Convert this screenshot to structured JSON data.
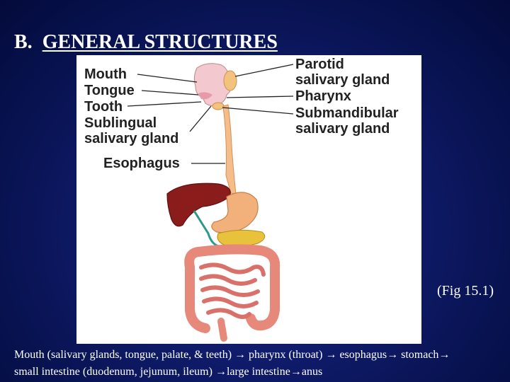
{
  "slide": {
    "title_prefix": "B.",
    "title": "GENERAL STRUCTURES",
    "figure_ref": "(Fig 15.1)",
    "caption_line1": "Mouth (salivary glands, tongue, palate, & teeth) → pharynx (throat) → esophagus→ stomach→",
    "caption_line2": "small intestine (duodenum, jejunum, ileum) →large intestine→anus"
  },
  "labels": {
    "mouth": "Mouth",
    "tongue": "Tongue",
    "tooth": "Tooth",
    "sublingual_1": "Sublingual",
    "sublingual_2": "salivary gland",
    "esophagus": "Esophagus",
    "parotid_1": "Parotid",
    "parotid_2": "salivary gland",
    "pharynx": "Pharynx",
    "submandibular_1": "Submandibular",
    "submandibular_2": "salivary gland"
  },
  "colors": {
    "background": "#0e1a66",
    "text": "#ffffff",
    "liver": "#8b1c1c",
    "stomach": "#f2b07a",
    "pancreas": "#e8c23a",
    "intestine": "#e8907a"
  }
}
